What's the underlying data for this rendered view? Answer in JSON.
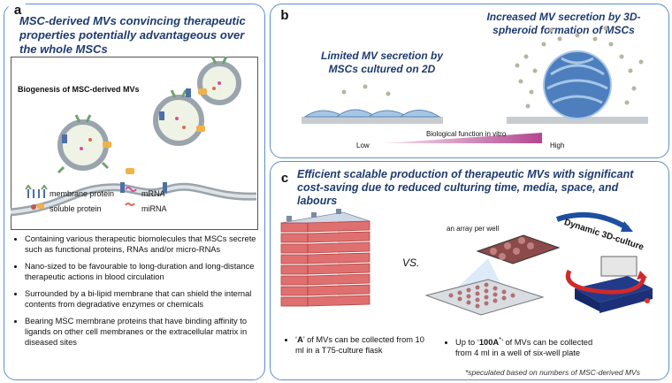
{
  "panel_a": {
    "tag": "a",
    "title": "MSC-derived MVs convincing therapeutic properties potentially advantageous over the whole MSCs",
    "figure_title": "Biogenesis of MSC-derived MVs",
    "legend": {
      "membrane_protein": "membrane protein",
      "soluble_protein": "soluble protein",
      "mrna": "mRNA",
      "mirna": "miRNA"
    },
    "bullets": [
      "Containing various therapeutic biomolecules that MSCs secrete such as functional proteins, RNAs and/or micro-RNAs",
      "Nano-sized to be favourable to long-duration and long-distance therapeutic actions in blood circulation",
      "Surrounded by a bi-lipid membrane that can shield the internal contents from degradative enzymes or chemicals",
      "Bearing MSC membrane proteins that have binding affinity to ligands on other cell membranes or the extracellular matrix in diseased sites"
    ]
  },
  "panel_b": {
    "tag": "b",
    "label_2d": "Limited MV secretion by MSCs cultured on 2D",
    "label_3d": "Increased MV secretion by 3D-spheroid formation of MSCs",
    "axis_label": "Biological function in vitro",
    "low": "Low",
    "high": "High",
    "colors": {
      "gradient_start": "#f7e6f0",
      "gradient_end": "#b3468f"
    }
  },
  "panel_c": {
    "tag": "c",
    "title": "Efficient scalable production of therapeutic MVs with significant cost-saving due to reduced culturing time, media, space, and labours",
    "vs": "VS.",
    "array_label": "an array per well",
    "dynamic_label": "Dynamic 3D-culture",
    "bullet_left_pre": "‘",
    "bullet_left_key": "A",
    "bullet_left_post": "’ of MVs can be collected from 10 ml in a T75-culture flask",
    "bullet_right_pre": "Up to ‘",
    "bullet_right_key": "100A",
    "bullet_right_sup": "*",
    "bullet_right_post": "’ of MVs can be collected from 4 ml in a well of six-well plate",
    "footnote": "*speculated based on numbers of MSC-derived MVs"
  }
}
